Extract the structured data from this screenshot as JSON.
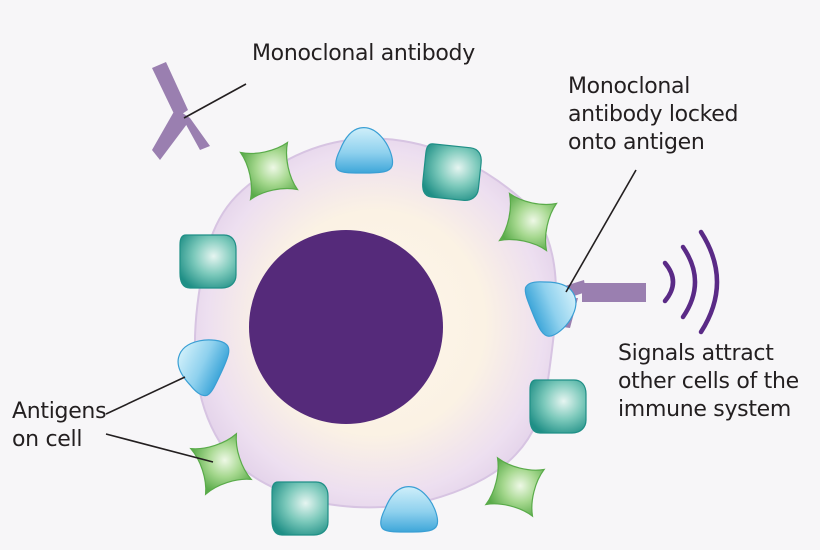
{
  "labels": {
    "antibody": "Monoclonal antibody",
    "locked": [
      "Monoclonal",
      "antibody locked",
      "onto antigen"
    ],
    "signals": [
      "Signals attract",
      "other cells of the",
      "immune system"
    ],
    "antigens": [
      "Antigens",
      "on cell"
    ]
  },
  "colors": {
    "background": "#f7f6f8",
    "cell_membrane": "#e3d4ea",
    "cell_glow": "#fbf2e2",
    "nucleus": "#552a7a",
    "antibody": "#9a7fb0",
    "signal_waves": "#5a2a86",
    "antigen_blue": "#7cc5e8",
    "antigen_teal": "#3aa79b",
    "antigen_green": "#7ec16a"
  }
}
